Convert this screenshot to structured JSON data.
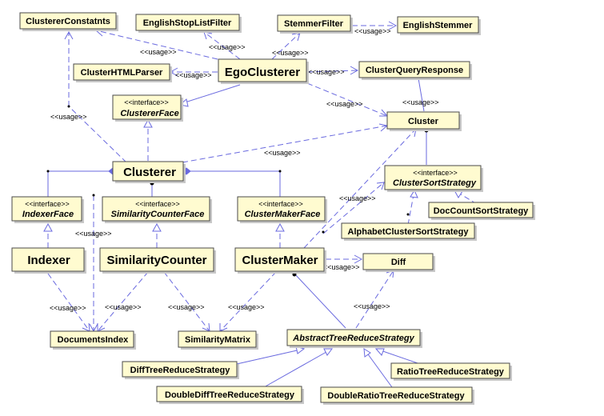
{
  "classes": {
    "clusterer_constatnts": "ClustererConstatnts",
    "english_stop_list_filter": "EnglishStopListFilter",
    "stemmer_filter": "StemmerFilter",
    "english_stemmer": "EnglishStemmer",
    "cluster_html_parser": "ClusterHTMLParser",
    "ego_clusterer": "EgoClusterer",
    "cluster_query_response": "ClusterQueryResponse",
    "clusterer_face": "ClustererFace",
    "cluster": "Cluster",
    "clusterer": "Clusterer",
    "cluster_sort_strategy": "ClusterSortStrategy",
    "indexer_face": "IndexerFace",
    "similarity_counter_face": "SimilarityCounterFace",
    "cluster_maker_face": "ClusterMakerFace",
    "doc_count_sort_strategy": "DocCountSortStrategy",
    "alphabet_cluster_sort_strategy": "AlphabetClusterSortStrategy",
    "indexer": "Indexer",
    "similarity_counter": "SimilarityCounter",
    "cluster_maker": "ClusterMaker",
    "diff": "Diff",
    "documents_index": "DocumentsIndex",
    "similarity_matrix": "SimilarityMatrix",
    "abstract_tree_reduce_strategy": "AbstractTreeReduceStrategy",
    "diff_tree_reduce_strategy": "DiffTreeReduceStrategy",
    "ratio_tree_reduce_strategy": "RatioTreeReduceStrategy",
    "double_diff_tree_reduce_strategy": "DoubleDiffTreeReduceStrategy",
    "double_ratio_tree_reduce_strategy": "DoubleRatioTreeReduceStrategy"
  },
  "stereotypes": {
    "interface": "<<interface>>",
    "usage": "<<usage>>"
  }
}
